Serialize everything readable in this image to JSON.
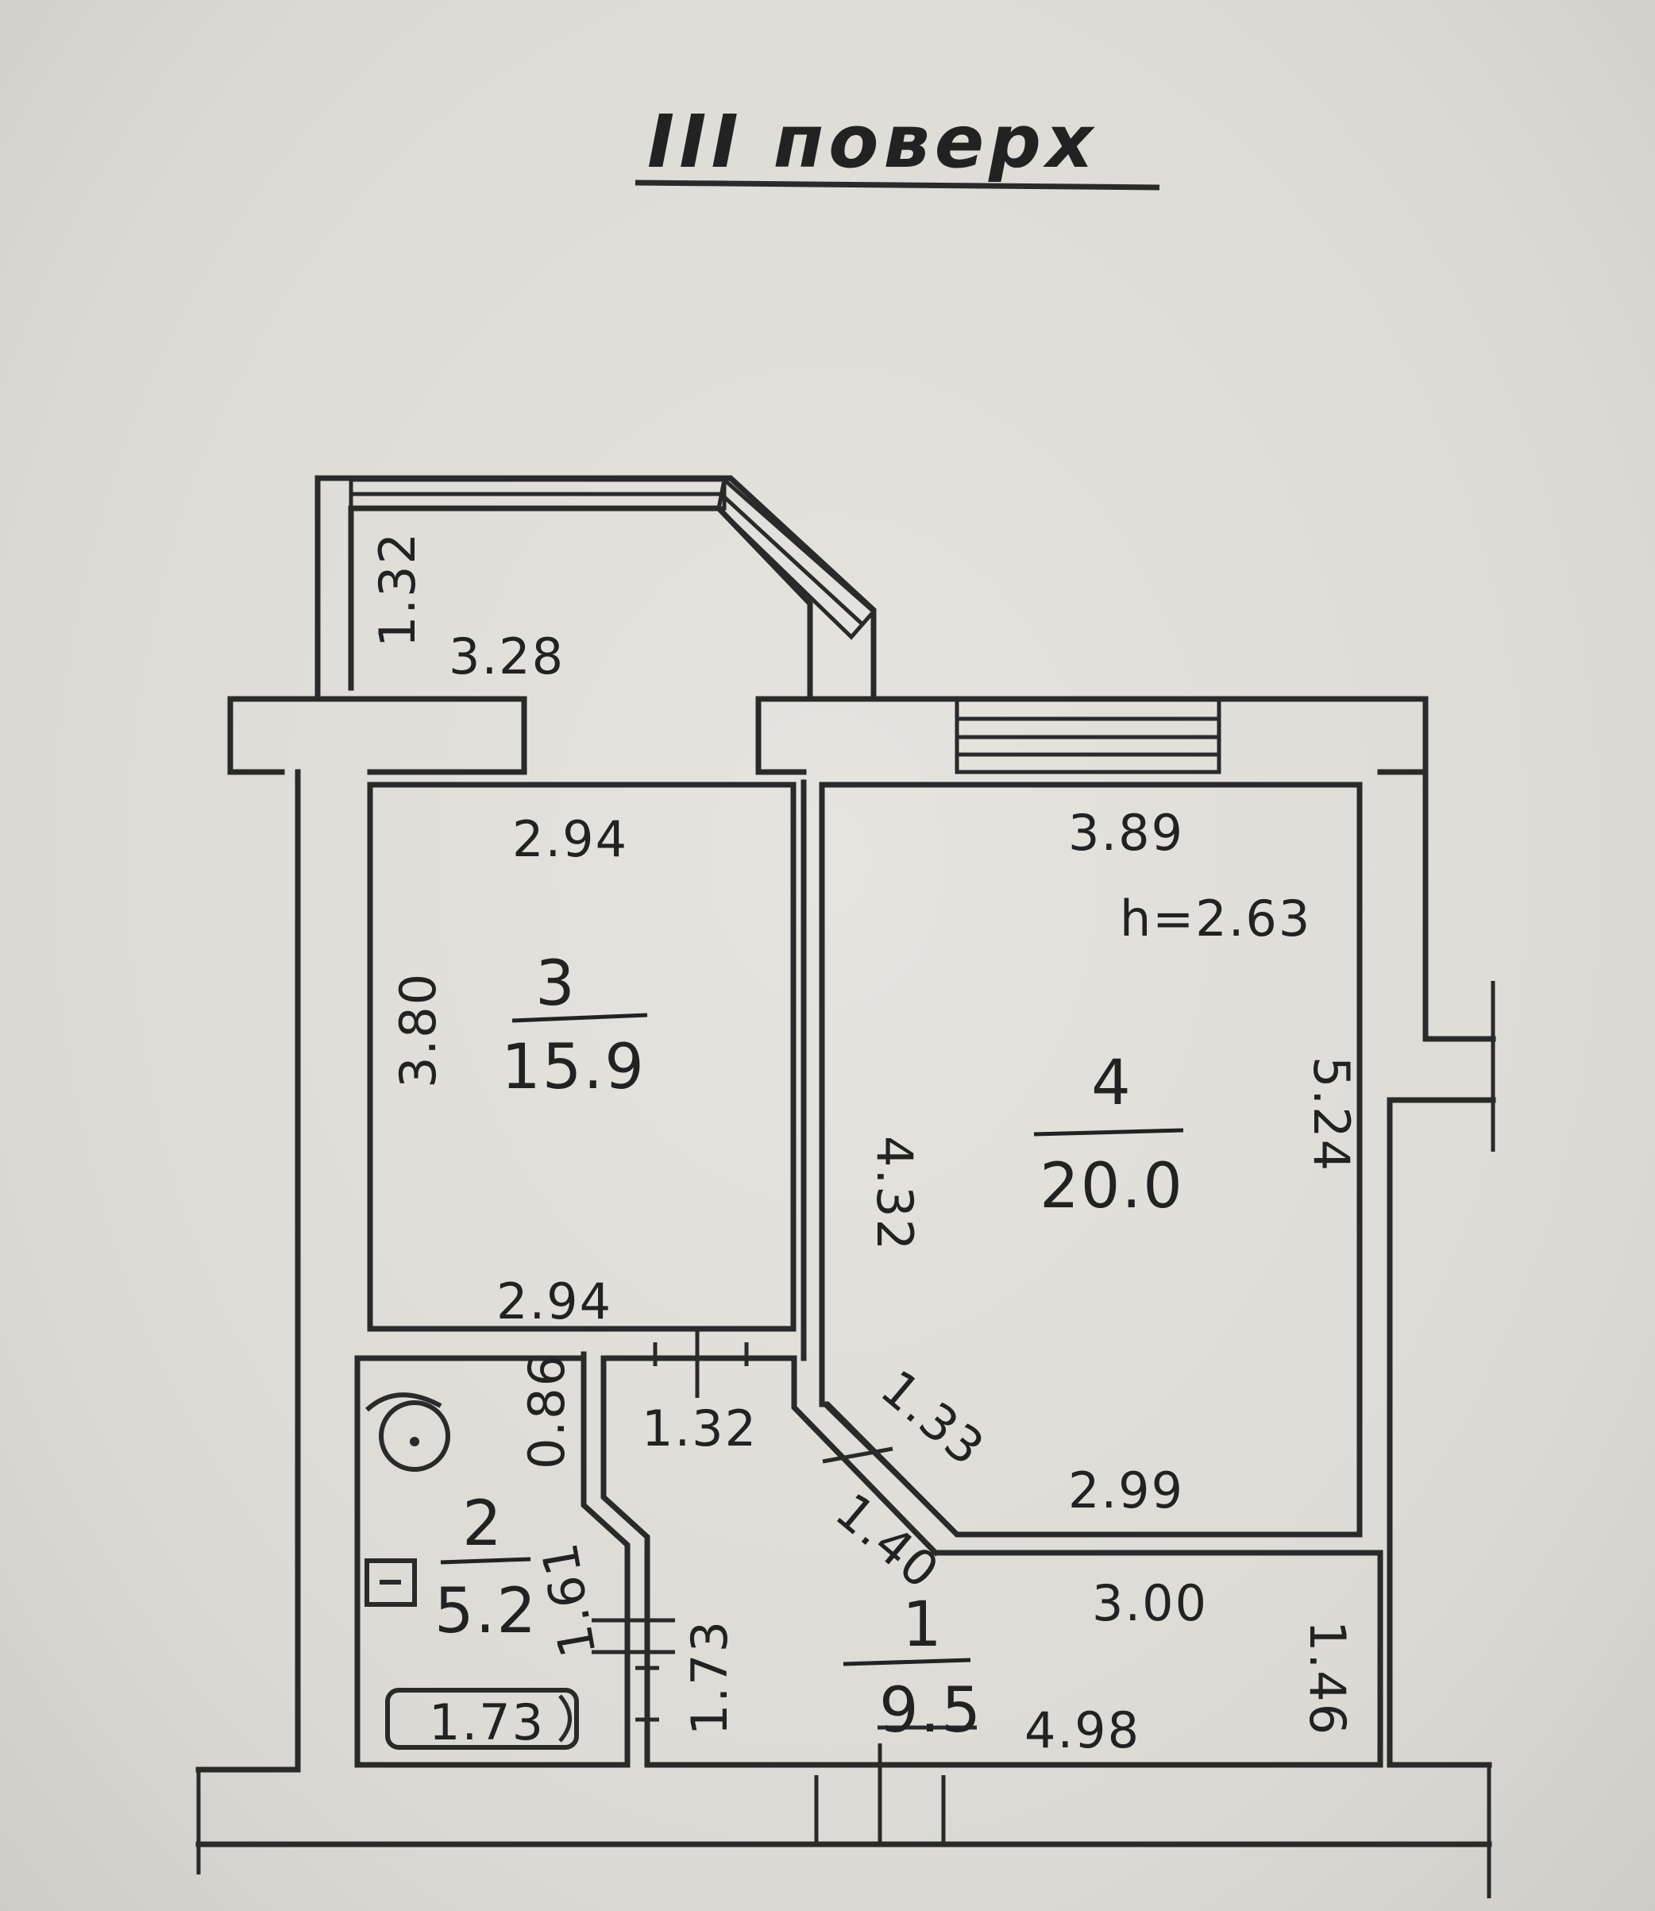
{
  "title": "III поверх",
  "height_label": "h=2.63",
  "rooms": [
    {
      "number": "1",
      "area": "9.5"
    },
    {
      "number": "2",
      "area": "5.2"
    },
    {
      "number": "3",
      "area": "15.9"
    },
    {
      "number": "4",
      "area": "20.0"
    }
  ],
  "dimensions": {
    "balcony_depth": "1.32",
    "balcony_width": "3.28",
    "room3_top": "2.94",
    "room3_left": "3.80",
    "room3_bottom": "2.94",
    "room4_top": "3.89",
    "room4_left": "4.32",
    "room4_right": "5.24",
    "room4_bottom": "2.99",
    "room4_diagonal": "1.33",
    "hall_top": "1.32",
    "hall_diag": "1.40",
    "hall_top_right": "3.00",
    "hall_bottom": "4.98",
    "hall_right": "1.46",
    "hall_left": "1.73",
    "bath_top": "0.86",
    "bath_right": "1.61",
    "bathtub": "1.73"
  }
}
